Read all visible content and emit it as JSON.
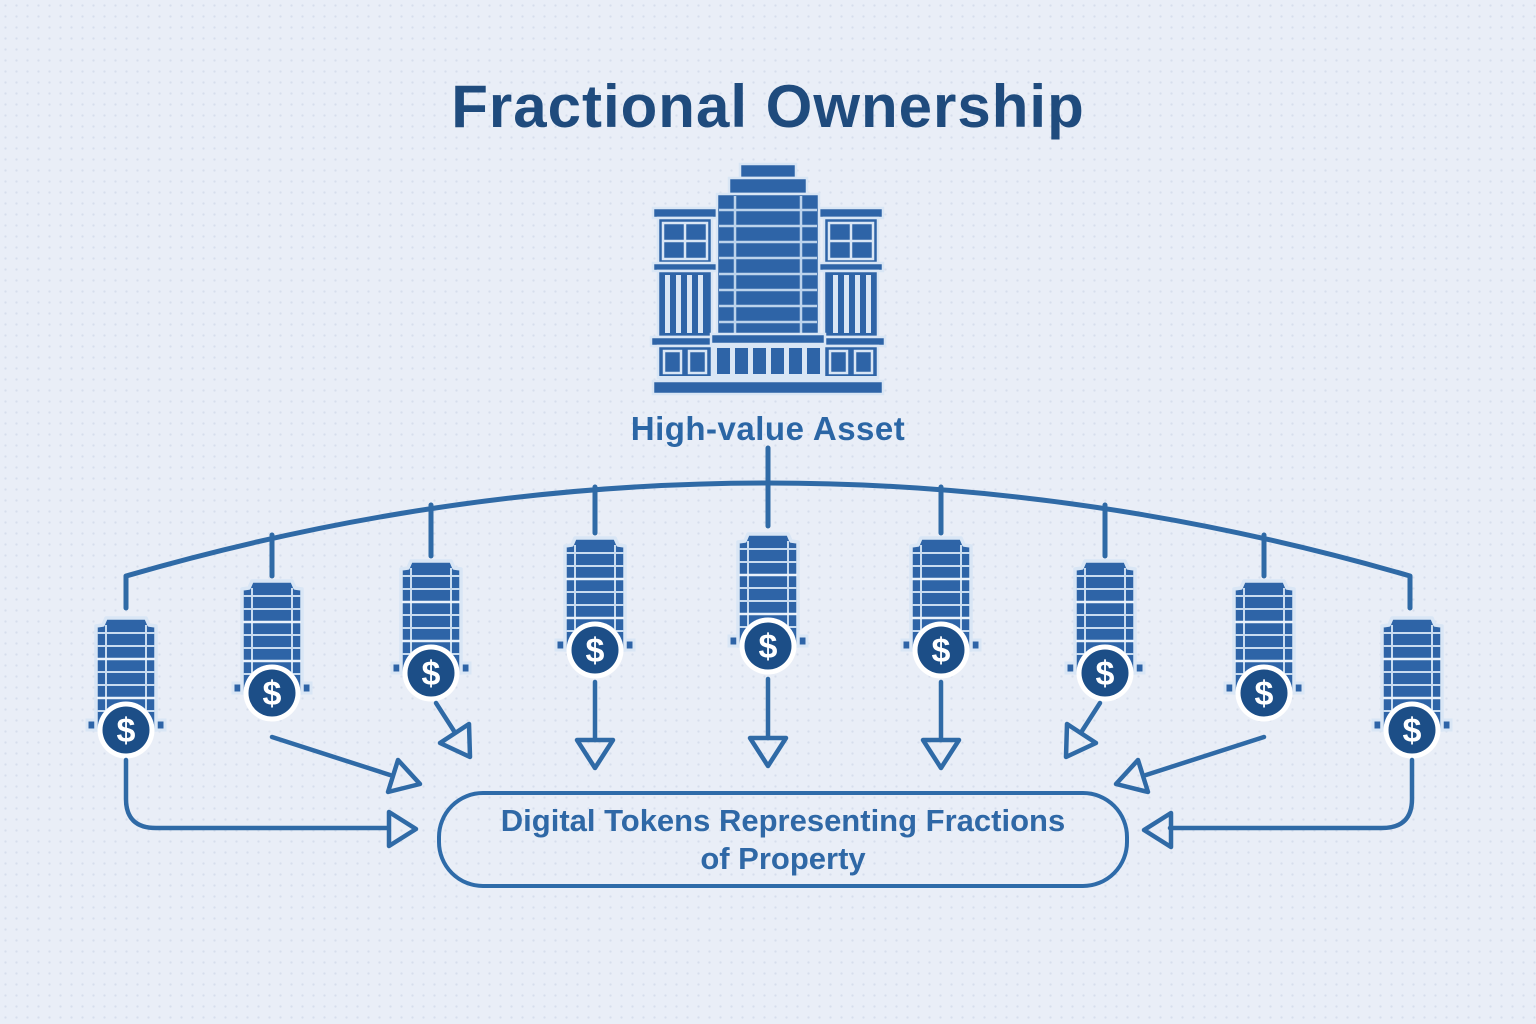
{
  "title": "Fractional Ownership",
  "asset": {
    "label": "High-value Asset",
    "icon": "office-building"
  },
  "distribution": {
    "token_count": 9,
    "coin_symbol": "$",
    "token_icon": "tower-building-with-dollar-coin"
  },
  "box": {
    "line1": "Digital Tokens Representing Fractions",
    "line2": "of Property"
  },
  "colors": {
    "background": "#e9eef7",
    "title_text": "#1f4b7d",
    "label_text": "#2b66a5",
    "line": "#2f6aa6",
    "building_fill": "#2e64a7",
    "building_trim": "#d9e6f5",
    "coin_fill": "#1c4e87",
    "coin_ring": "#ffffff",
    "box_border": "#2e6ba9",
    "box_text": "#2f68a6"
  }
}
